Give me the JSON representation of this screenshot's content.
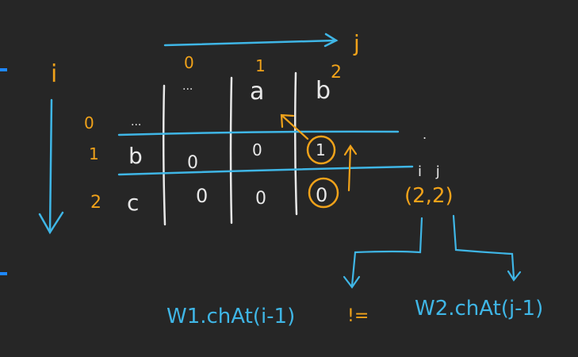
{
  "colors": {
    "background": "#262626",
    "grid_line": "#3fb6e6",
    "ink_white": "#e8e8e8",
    "ink_orange": "#f0a21a",
    "ink_blue": "#3fb6e6",
    "edge_marker": "#1e88ff"
  },
  "axes": {
    "j_label": "j",
    "i_label": "i"
  },
  "columns": {
    "headers": [
      "0",
      "1",
      "2"
    ],
    "chars": [
      "...",
      "a",
      "b"
    ]
  },
  "rows": {
    "indices": [
      "0",
      "1",
      "2"
    ],
    "chars": [
      "...",
      "b",
      "c"
    ]
  },
  "cells": {
    "row1": [
      "0",
      "0",
      "1"
    ],
    "row2": [
      "0",
      "0",
      "0"
    ]
  },
  "coordinate": {
    "labels": "i j",
    "value": "(2,2)"
  },
  "formula": {
    "left": "W1.chAt(i-1)",
    "operator": "!=",
    "right": "W2.chAt(j-1)"
  }
}
